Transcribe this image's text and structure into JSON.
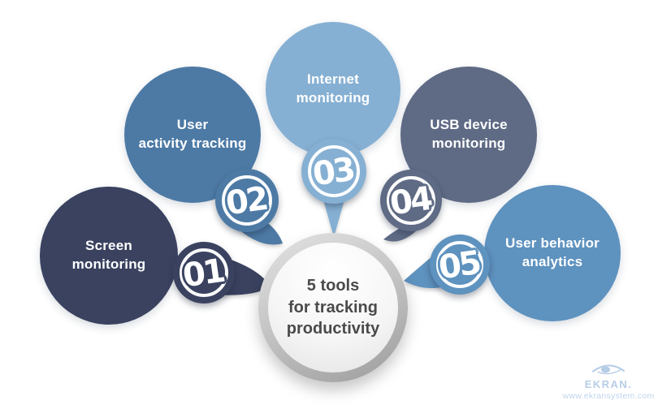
{
  "hub": {
    "title": "5 tools\nfor tracking\nproductivity",
    "text_color": "#4a4a4a"
  },
  "items": [
    {
      "id": "screen-monitoring",
      "number": "01",
      "label": "Screen\nmonitoring",
      "color": "#3a4260"
    },
    {
      "id": "user-activity-tracking",
      "number": "02",
      "label": "User\nactivity tracking",
      "color": "#4d7aa5"
    },
    {
      "id": "internet-monitoring",
      "number": "03",
      "label": "Internet\nmonitoring",
      "color": "#86b0d3"
    },
    {
      "id": "usb-device-monitoring",
      "number": "04",
      "label": "USB device\nmonitoring",
      "color": "#5f6b85"
    },
    {
      "id": "user-behavior-analytics",
      "number": "05",
      "label": "User behavior\nanalytics",
      "color": "#5e92bf"
    }
  ],
  "logo": {
    "brand": "EKRAN.",
    "website": "www.ekransystem.com",
    "color": "#b6cde6",
    "site_color": "#c0d5ec"
  }
}
